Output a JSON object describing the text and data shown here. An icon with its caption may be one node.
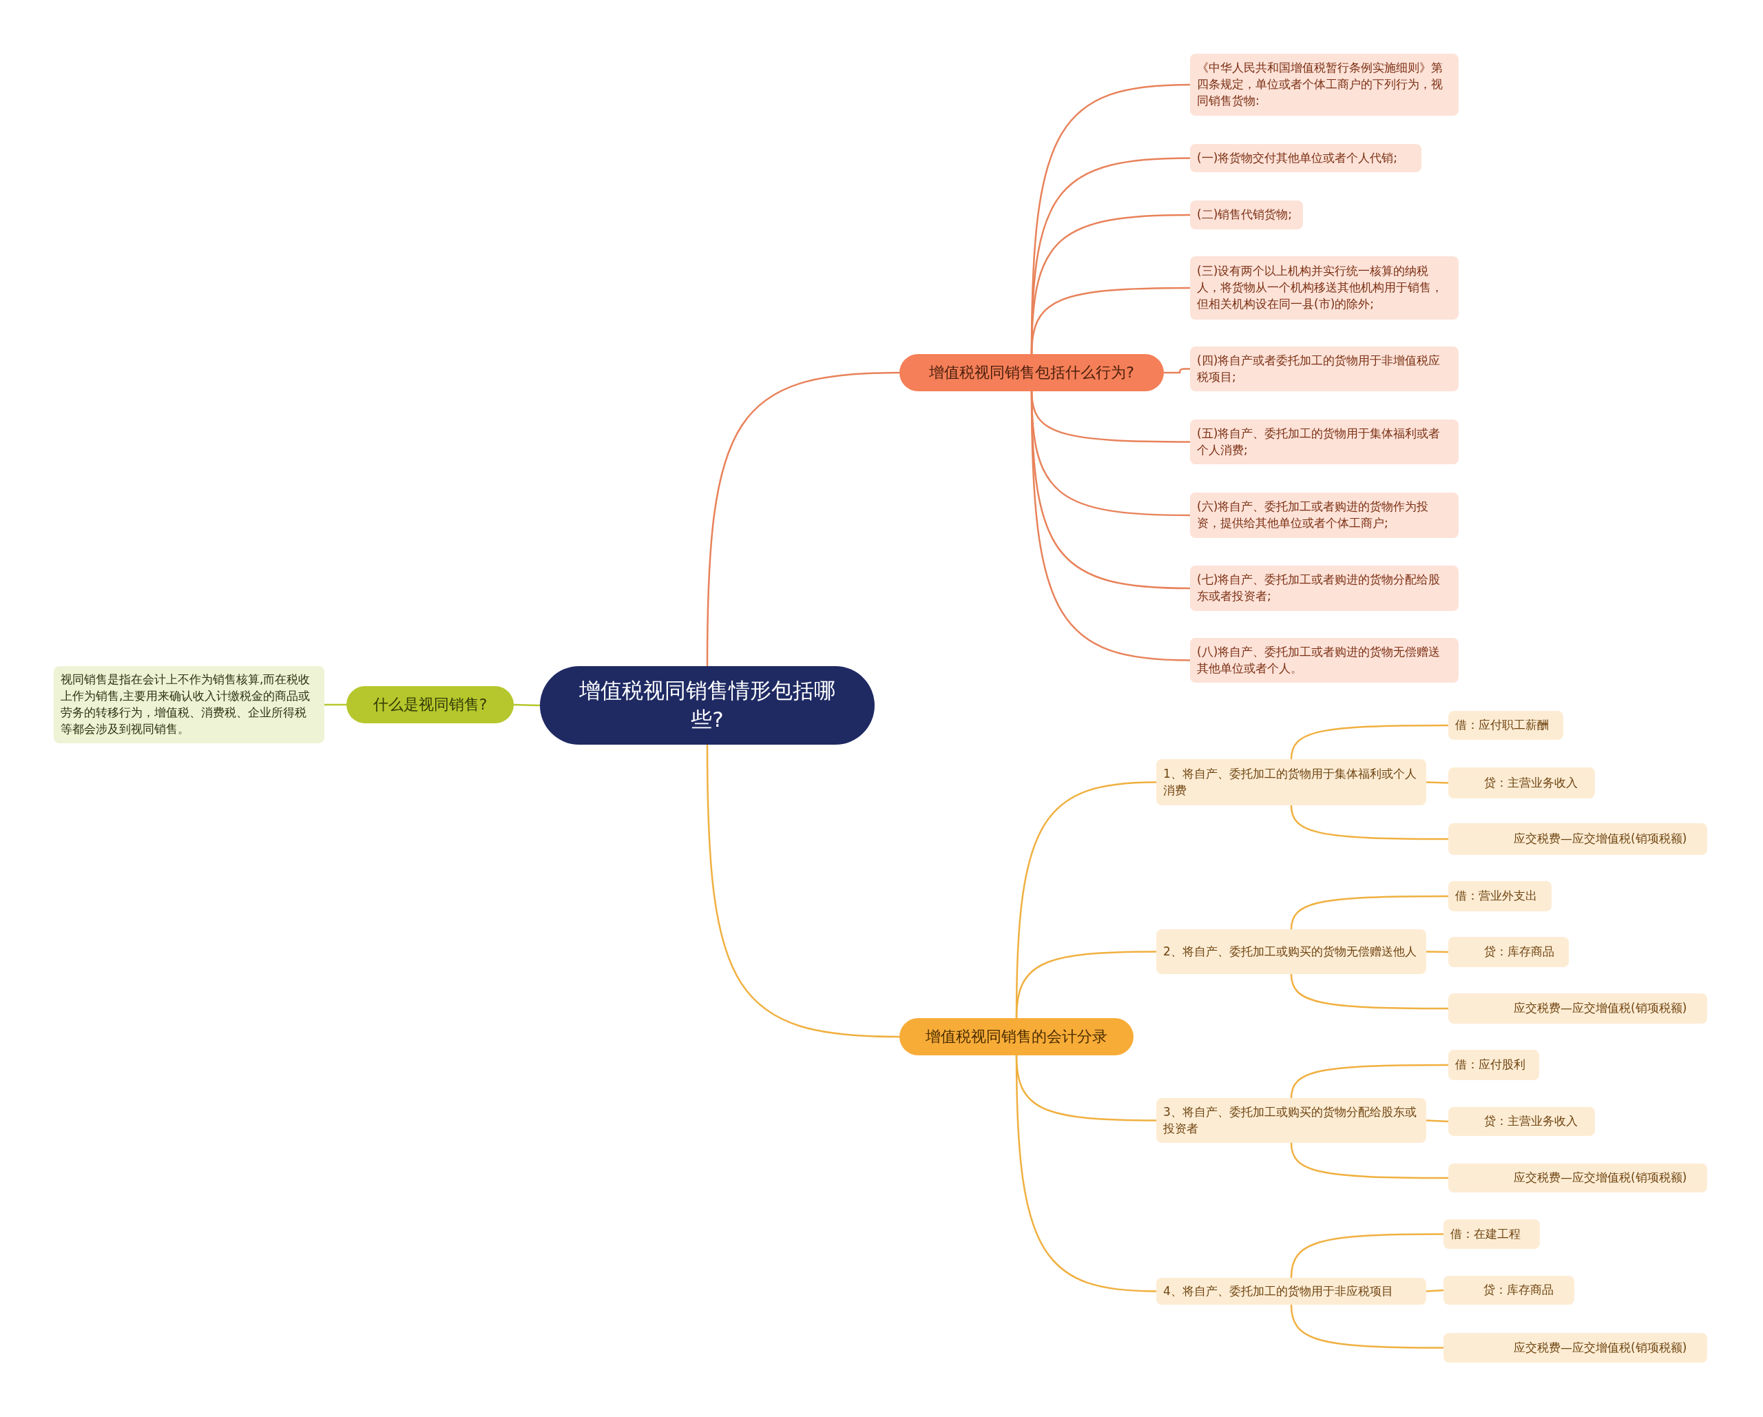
{
  "diagram": {
    "nodes": [
      {
        "text": [
          "增值税视同销售情形包括哪些?"
        ]
      },
      {
        "text": [
          "增值税视同销售包括什么行为?"
        ]
      },
      {
        "text": [
          "《中华人民共和国增值税暂行条例实施细则》第四条规定，单位或者个体工商户的下列行为，视同销售货物:"
        ]
      },
      {
        "text": [
          "(一)将货物交付其他单位或者个人代销;"
        ]
      },
      {
        "text": [
          "(二)销售代销货物;"
        ]
      },
      {
        "text": [
          "(三)设有两个以上机构并实行统一核算的纳税人，将货物从一个机构移送其他机构用于销售，但相关机构设在同一县(市)的除外;"
        ]
      },
      {
        "text": [
          "(四)将自产或者委托加工的货物用于非增值税应税项目;"
        ]
      },
      {
        "text": [
          "(五)将自产、委托加工的货物用于集体福利或者个人消费;"
        ]
      },
      {
        "text": [
          "(六)将自产、委托加工或者购进的货物作为投资，提供给其他单位或者个体工商户;"
        ]
      },
      {
        "text": [
          "(七)将自产、委托加工或者购进的货物分配给股东或者投资者;"
        ]
      },
      {
        "text": [
          "(八)将自产、委托加工或者购进的货物无偿赠送其他单位或者个人。"
        ]
      },
      {
        "text": [
          "增值税视同销售的会计分录"
        ]
      },
      {
        "text": [
          "1、将自产、委托加工的货物用于集体福利或个人消费"
        ]
      },
      {
        "text": [
          "借：应付职工薪酬"
        ]
      },
      {
        "text": [
          "贷：主营业务收入"
        ]
      },
      {
        "text": [
          "应交税费—应交增值税(销项税额)"
        ]
      },
      {
        "text": [
          "2、将自产、委托加工或购买的货物无偿赠送他人"
        ]
      },
      {
        "text": [
          "借：营业外支出"
        ]
      },
      {
        "text": [
          "贷：库存商品"
        ]
      },
      {
        "text": [
          "应交税费—应交增值税(销项税额)"
        ]
      },
      {
        "text": [
          "3、将自产、委托加工或购买的货物分配给股东或投资者"
        ]
      },
      {
        "text": [
          "借：应付股利"
        ]
      },
      {
        "text": [
          "贷：主营业务收入"
        ]
      },
      {
        "text": [
          "应交税费—应交增值税(销项税额)"
        ]
      },
      {
        "text": [
          "4、将自产、委托加工的货物用于非应税项目"
        ]
      },
      {
        "text": [
          "借：在建工程"
        ]
      },
      {
        "text": [
          "贷：库存商品"
        ]
      },
      {
        "text": [
          "应交税费—应交增值税(销项税额)"
        ]
      },
      {
        "text": [
          "什么是视同销售?"
        ]
      },
      {
        "text": [
          "视同销售是指在会计上不作为销售核算,而在税收上作为销售,主要用来确认收入计缴税金的商品或劳务的转移行为，增值税、消费税、企业所得税等都会涉及到视同销售。"
        ]
      }
    ],
    "edges": [
      {
        "from": 0,
        "to": 1,
        "arrow": "none",
        "color": "#e8825a"
      },
      {
        "from": 1,
        "to": 2,
        "arrow": "none",
        "color": "#e8825a"
      },
      {
        "from": 1,
        "to": 3,
        "arrow": "none",
        "color": "#e8825a"
      },
      {
        "from": 1,
        "to": 4,
        "arrow": "none",
        "color": "#e8825a"
      },
      {
        "from": 1,
        "to": 5,
        "arrow": "none",
        "color": "#e8825a"
      },
      {
        "from": 1,
        "to": 6,
        "arrow": "none",
        "color": "#e8825a"
      },
      {
        "from": 1,
        "to": 7,
        "arrow": "none",
        "color": "#e8825a"
      },
      {
        "from": 1,
        "to": 8,
        "arrow": "none",
        "color": "#e8825a"
      },
      {
        "from": 1,
        "to": 9,
        "arrow": "none",
        "color": "#e8825a"
      },
      {
        "from": 1,
        "to": 10,
        "arrow": "none",
        "color": "#e8825a"
      },
      {
        "from": 0,
        "to": 11,
        "arrow": "none"
      },
      {
        "from": 11,
        "to": 12,
        "arrow": "none"
      },
      {
        "from": 12,
        "to": 13,
        "arrow": "none"
      },
      {
        "from": 12,
        "to": 14,
        "arrow": "none"
      },
      {
        "from": 12,
        "to": 15,
        "arrow": "none"
      },
      {
        "from": 11,
        "to": 16,
        "arrow": "none"
      },
      {
        "from": 16,
        "to": 17,
        "arrow": "none"
      },
      {
        "from": 16,
        "to": 18,
        "arrow": "none"
      },
      {
        "from": 16,
        "to": 19,
        "arrow": "none"
      },
      {
        "from": 11,
        "to": 20,
        "arrow": "none"
      },
      {
        "from": 20,
        "to": 21,
        "arrow": "none"
      },
      {
        "from": 20,
        "to": 22,
        "arrow": "none"
      },
      {
        "from": 20,
        "to": 23,
        "arrow": "none"
      },
      {
        "from": 11,
        "to": 24,
        "arrow": "none"
      },
      {
        "from": 24,
        "to": 25,
        "arrow": "none"
      },
      {
        "from": 24,
        "to": 26,
        "arrow": "none"
      },
      {
        "from": 24,
        "to": 27,
        "arrow": "none"
      },
      {
        "from": 0,
        "to": 28,
        "arrow": "none",
        "color": "#b5c72c"
      },
      {
        "from": 28,
        "to": 29,
        "arrow": "none",
        "color": "#b5c72c"
      }
    ]
  }
}
